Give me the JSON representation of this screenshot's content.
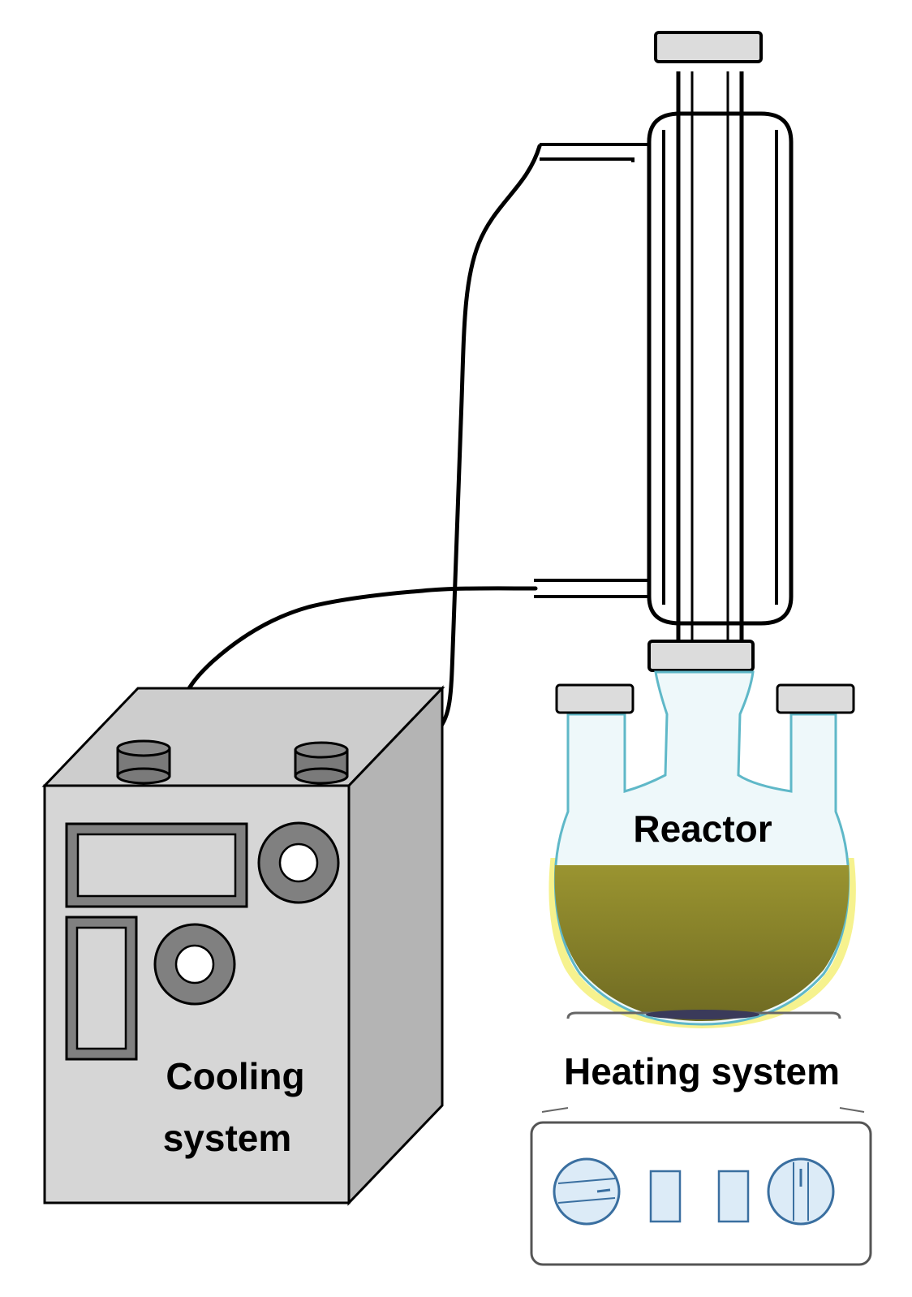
{
  "labels": {
    "cooling_line1": "Cooling",
    "cooling_line2": "system",
    "reactor": "Reactor",
    "heating": "Heating system"
  },
  "colors": {
    "outline": "#000000",
    "box_front": "#d6d6d6",
    "box_side": "#b4b4b4",
    "box_top": "#cdcdcd",
    "knob": "#7a7a7a",
    "cap": "#dcdcdc",
    "glass_edge": "#5fb8c8",
    "glass_fill": "#eef8fa",
    "liquid": "#7f7a28",
    "liquid_glow": "#f4f07a",
    "heater_fill": "#dcebf7",
    "heater_edge": "#3a6fa0"
  },
  "icons": [
    "dial-icon",
    "knob-icon",
    "display-icon"
  ]
}
